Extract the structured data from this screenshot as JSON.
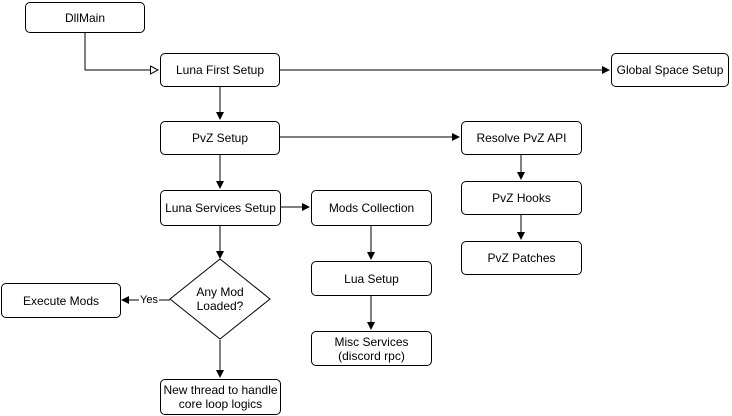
{
  "nodes": {
    "dllmain": "DllMain",
    "luna_first_setup": "Luna First Setup",
    "global_space_setup": "Global Space Setup",
    "pvz_setup": "PvZ Setup",
    "resolve_pvz_api": "Resolve PvZ API",
    "pvz_hooks": "PvZ Hooks",
    "pvz_patches": "PvZ Patches",
    "luna_services_setup": "Luna Services Setup",
    "mods_collection": "Mods Collection",
    "lua_setup": "Lua Setup",
    "misc_services": "Misc Services\n(discord rpc)",
    "any_mod_loaded": "Any Mod\nLoaded?",
    "execute_mods": "Execute Mods",
    "new_thread": "New thread to handle\ncore loop logics"
  },
  "edge_labels": {
    "yes": "Yes"
  },
  "colors": {
    "stroke": "#000000",
    "fill": "#ffffff"
  }
}
